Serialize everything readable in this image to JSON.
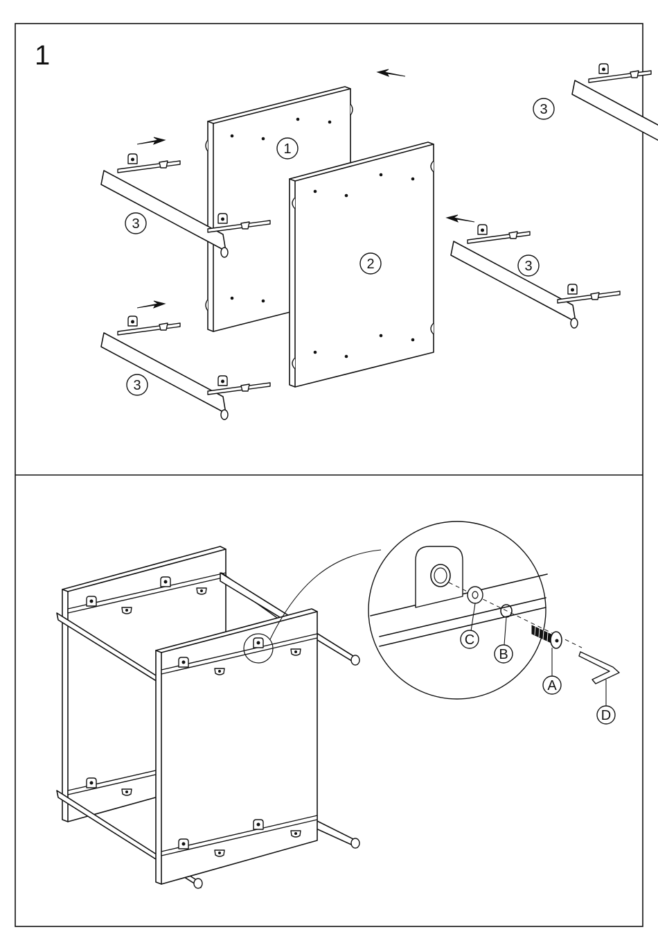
{
  "step_number": "1",
  "part_labels": {
    "panel_front": "1",
    "panel_back": "2",
    "leg": "3"
  },
  "hardware_labels": {
    "a": "A",
    "b": "B",
    "c": "C",
    "d": "D"
  },
  "icons": [
    "arrow-icon",
    "leg-frame-icon",
    "panel-icon",
    "bolt-icon",
    "washer-icon",
    "allen-key-icon",
    "magnifier-icon"
  ]
}
